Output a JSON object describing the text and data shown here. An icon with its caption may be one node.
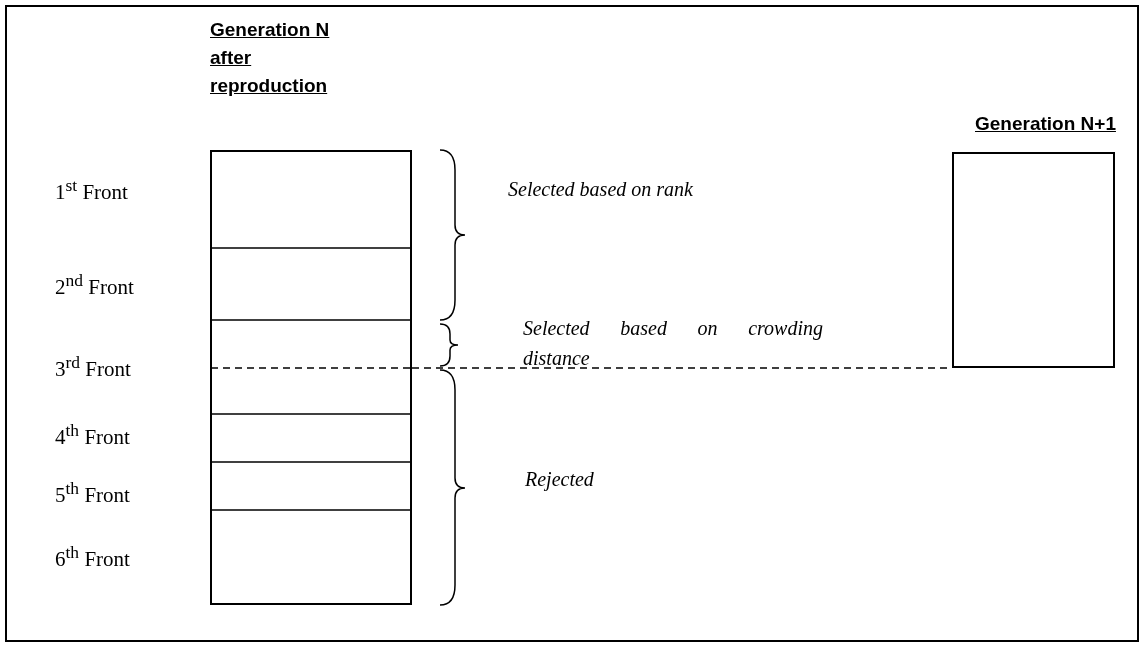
{
  "diagram": {
    "nodes": [
      {
        "text": [
          "Generation N after reproduction"
        ]
      },
      {
        "text": [
          "Generation N+1"
        ]
      }
    ],
    "edges": [
      {
        "from": 0,
        "to": 1,
        "arrow": "none",
        "style": "dashed"
      }
    ],
    "labels": [
      "1$^{st}$ Front",
      "Selected based on rank",
      "2$^{nd}$ Front",
      "Selected based on crowding distance",
      "3$^{rd}$ Front",
      "4$^{th}$ Front",
      "5$^{th}$ Front",
      "Rejected",
      "6$^{th}$ Front"
    ]
  }
}
